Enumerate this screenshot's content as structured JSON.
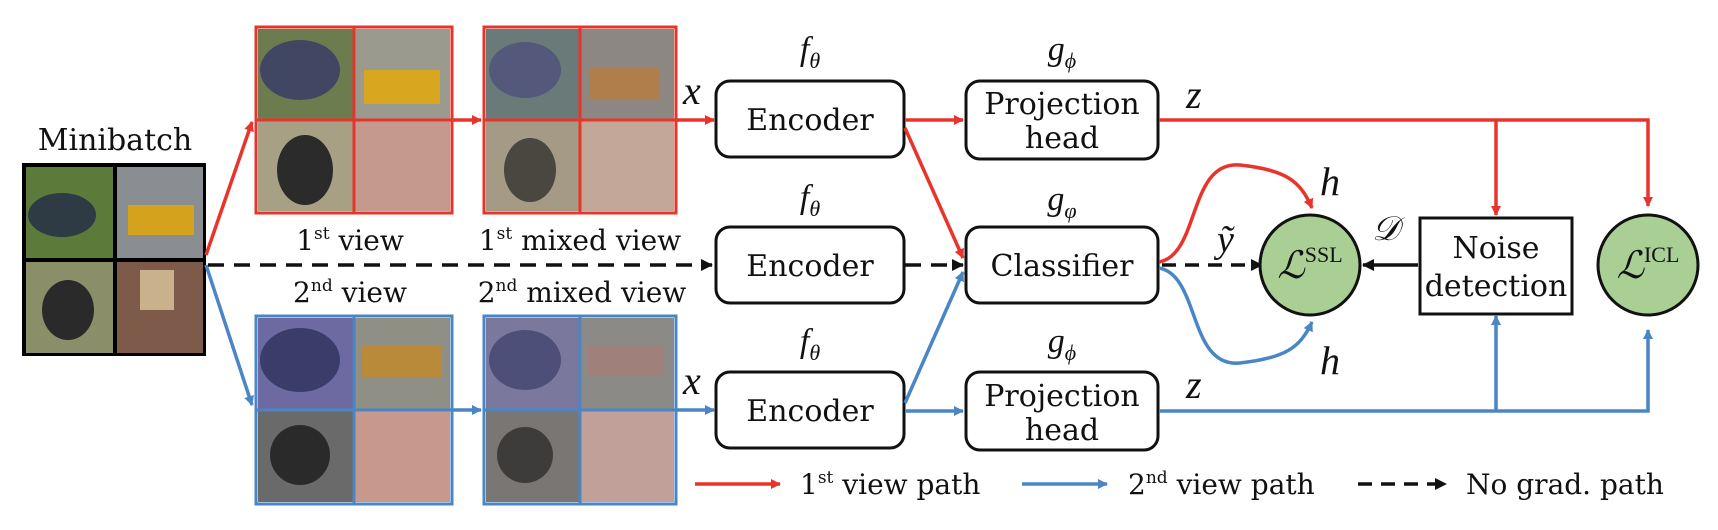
{
  "minibatch": {
    "label": "Minibatch"
  },
  "views": {
    "first_view": {
      "label_sup": "st",
      "label_num": "1",
      "label_rest": " view"
    },
    "first_mixed": {
      "label_sup": "st",
      "label_num": "1",
      "label_rest": " mixed view"
    },
    "second_view": {
      "label_sup": "nd",
      "label_num": "2",
      "label_rest": " view"
    },
    "second_mixed": {
      "label_sup": "nd",
      "label_num": "2",
      "label_rest": " mixed view"
    }
  },
  "modules": {
    "encoder_top": {
      "label": "Encoder",
      "fn_base": "f",
      "fn_sub": "θ"
    },
    "encoder_mid": {
      "label": "Encoder",
      "fn_base": "f",
      "fn_sub": "θ"
    },
    "encoder_bot": {
      "label": "Encoder",
      "fn_base": "f",
      "fn_sub": "θ"
    },
    "proj_top": {
      "label_line1": "Projection",
      "label_line2": "head",
      "fn_base": "g",
      "fn_sub": "ϕ"
    },
    "classifier": {
      "label": "Classifier",
      "fn_base": "g",
      "fn_sub": "φ"
    },
    "proj_bot": {
      "label_line1": "Projection",
      "label_line2": "head",
      "fn_base": "g",
      "fn_sub": "ϕ"
    },
    "noise": {
      "label_line1": "Noise",
      "label_line2": "detection"
    }
  },
  "symbols": {
    "x": "x",
    "z": "z",
    "h": "h",
    "y_tilde": "ỹ",
    "d": "𝒟",
    "loss_ssl_base": "ℒ",
    "loss_ssl_sup": "SSL",
    "loss_icl_base": "ℒ",
    "loss_icl_sup": "ICL"
  },
  "legend": {
    "first_path": {
      "num": "1",
      "sup": "st",
      "rest": " view path"
    },
    "second_path": {
      "num": "2",
      "sup": "nd",
      "rest": " view path"
    },
    "no_grad": "No grad. path"
  },
  "colors": {
    "red": "#e8352b",
    "blue": "#4a86c5",
    "loss_fill": "#a9cf95"
  }
}
